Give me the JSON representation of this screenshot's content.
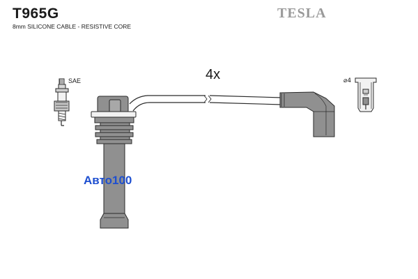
{
  "product": {
    "code": "T965G",
    "description": "8mm SILICONE CABLE - RESISTIVE CORE",
    "brand_logo_text": "TESLA"
  },
  "diagram": {
    "quantity_label": "4x",
    "spark_plug_type_label": "SAE",
    "coil_terminal_label": "⌀4"
  },
  "watermark": "Авто100",
  "colors": {
    "body_fill": "#909090",
    "light_fill": "#f2f2f2",
    "outline": "#2a2a2a",
    "brand": "#9a9a9a",
    "watermark": "#1e4fd0"
  }
}
